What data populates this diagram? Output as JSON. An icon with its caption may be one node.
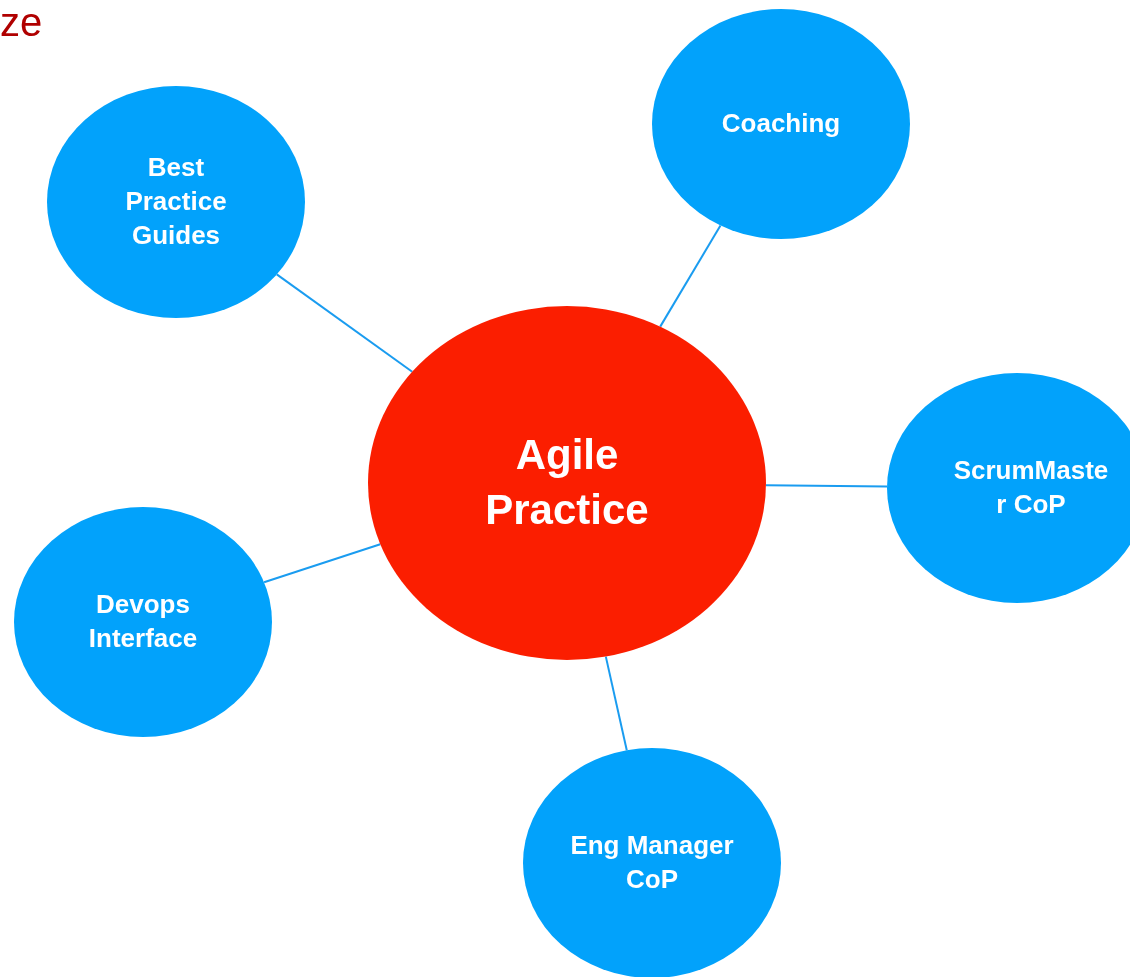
{
  "diagram": {
    "nodes": [
      {
        "text": [
          "Best Practice Guides"
        ]
      },
      {
        "text": [
          "Coaching"
        ]
      },
      {
        "text": [
          "Agile Practice"
        ]
      },
      {
        "text": [
          "ScrumMaste r CoP"
        ]
      },
      {
        "text": [
          "Devops Interface"
        ]
      },
      {
        "text": [
          "Eng Manager CoP"
        ]
      }
    ],
    "edges": [
      {
        "from": 2,
        "to": 0,
        "arrow": "none"
      },
      {
        "from": 2,
        "to": 1,
        "arrow": "none"
      },
      {
        "from": 2,
        "to": 3,
        "arrow": "none"
      },
      {
        "from": 2,
        "to": 4,
        "arrow": "none"
      },
      {
        "from": 2,
        "to": 5,
        "arrow": "none"
      }
    ],
    "labels": [
      "ze"
    ]
  }
}
